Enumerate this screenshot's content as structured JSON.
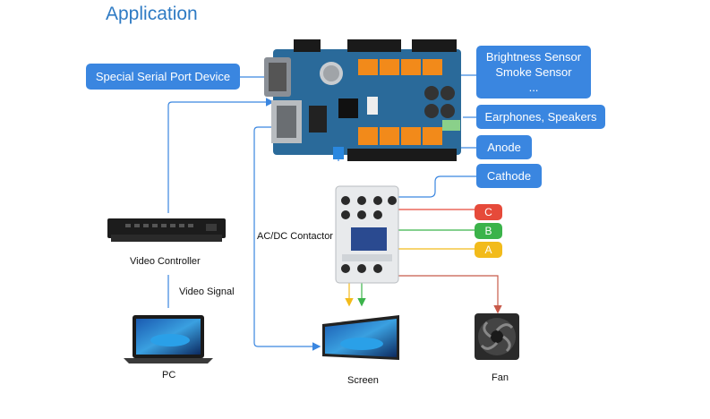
{
  "title": "Application",
  "boxes": {
    "serial_port": "Special Serial Port Device",
    "sensors": [
      "Brightness Sensor",
      "Smoke Sensor",
      "..."
    ],
    "earphones": "Earphones, Speakers",
    "anode": "Anode",
    "cathode": "Cathode"
  },
  "phases": {
    "c": "C",
    "b": "B",
    "a": "A"
  },
  "labels": {
    "video_controller": "Video Controller",
    "video_signal": "Video Signal",
    "pc": "PC",
    "contactor": "AC/DC Contactor",
    "screen": "Screen",
    "fan": "Fan"
  },
  "colors": {
    "accent": "#3a86e0",
    "phase_c": "#e64a3a",
    "phase_b": "#3bb34a",
    "phase_a": "#f2bb1b",
    "board": "#2a6a9a",
    "relay": "#f28a1a"
  }
}
